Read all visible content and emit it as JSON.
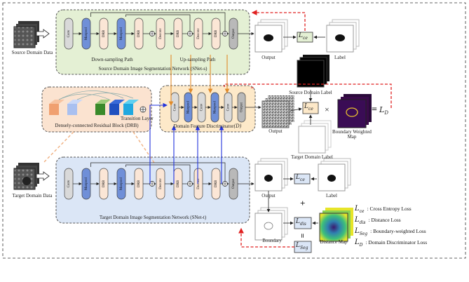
{
  "labels": {
    "source_domain_data": "Source Domain Data",
    "target_domain_data": "Target Domain Data",
    "downsampling": "Down-sampling Path",
    "upsampling": "Up-sampling Path",
    "snet_s": "Source Domain Image Segmentation Network (SNet-s)",
    "snet_t": "Target Domain Image Segmentation Network (SNet-t)",
    "drb": "Densely-connected Residual Block (DRB)",
    "transition": "Transition Layer",
    "disc": "Domain Feature Discriminator",
    "disc_sym": "(D)",
    "output": "Output",
    "label": "Label",
    "source_label": "Source Domain Label",
    "target_label": "Target Domain Label",
    "bwm": "Boundary Weighted Map",
    "boundary": "Boundary",
    "distance_map": "Distance Map",
    "times": "×",
    "equals": "=",
    "plus": "+",
    "eq2": "="
  },
  "losses": {
    "lce": "L",
    "lce_sub": "ce",
    "ldis_sub": "dis",
    "lseg_sub": "Seg",
    "ld_sub": "D"
  },
  "legend": [
    {
      "sym": "L",
      "sub": "ce",
      "text": ": Cross Entropy Loss"
    },
    {
      "sym": "L",
      "sub": "dis",
      "text": ": Distance Loss"
    },
    {
      "sym": "L",
      "sub": "Seg",
      "text": ": Boundary-weighted Loss"
    },
    {
      "sym": "L",
      "sub": "D",
      "text": ": Domain Discriminator Loss"
    }
  ],
  "block_labels": {
    "conv": "Conv",
    "maxpool": "Maxpool",
    "drb": "DRB",
    "deconv": "Deconv",
    "output": "Output"
  },
  "colors": {
    "green_panel": "#e4f0d4",
    "blue_panel": "#dbe6f6",
    "orange_panel": "#fde9c9",
    "drb_panel": "#fbe3d0",
    "red_dash": "#e02020",
    "orange_line": "#e08a2a",
    "blue_line": "#2233dd"
  }
}
